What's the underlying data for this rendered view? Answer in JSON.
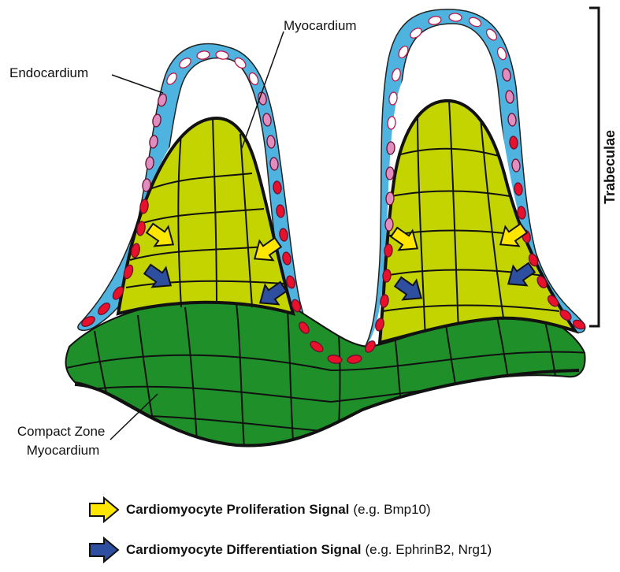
{
  "labels": {
    "endocardium": "Endocardium",
    "myocardium": "Myocardium",
    "trabeculae": "Trabeculae",
    "compact_zone_line1": "Compact Zone",
    "compact_zone_line2": "Myocardium"
  },
  "legend": {
    "proliferation": {
      "bold": "Cardiomyocyte Proliferation Signal",
      "example": "(e.g. Bmp10)",
      "color": "#ffe600"
    },
    "differentiation": {
      "bold": "Cardiomyocyte Differentiation Signal",
      "example": "(e.g. EphrinB2, Nrg1)",
      "color": "#2e4fa0"
    }
  },
  "colors": {
    "endocardium": "#4fb3e0",
    "endo_nucleus_red": "#e8102a",
    "endo_nucleus_pink": "#e08ec0",
    "trabecular_myocardium": "#c3d400",
    "compact_myocardium": "#1f8f2a"
  }
}
